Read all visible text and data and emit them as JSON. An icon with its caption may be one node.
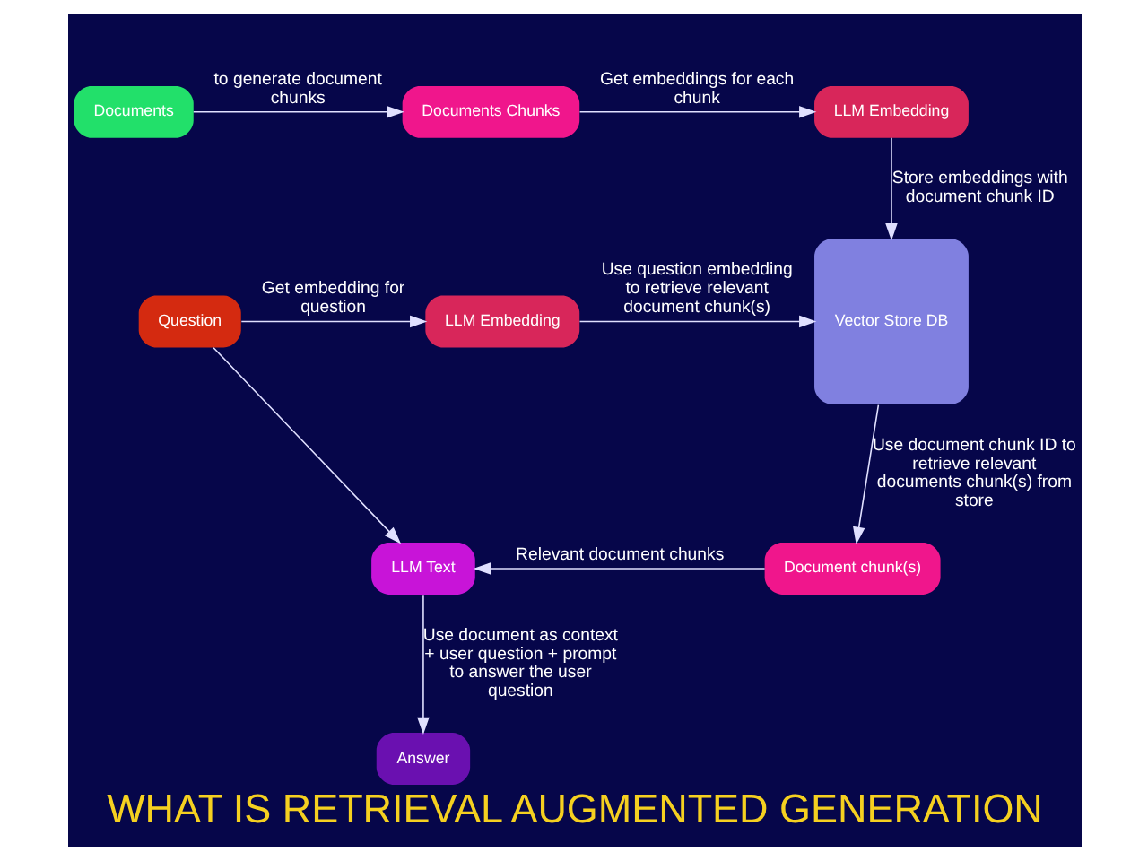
{
  "diagram": {
    "title": "WHAT IS RETRIEVAL AUGMENTED GENERATION",
    "nodes": [
      {
        "text": [
          "Documents"
        ]
      },
      {
        "text": [
          "Documents Chunks"
        ]
      },
      {
        "text": [
          "LLM Embedding"
        ]
      },
      {
        "text": [
          "Vector Store DB"
        ]
      },
      {
        "text": [
          "Question"
        ]
      },
      {
        "text": [
          "LLM Embedding"
        ]
      },
      {
        "text": [
          "LLM Text"
        ]
      },
      {
        "text": [
          "Document chunk(s)"
        ]
      },
      {
        "text": [
          "Answer"
        ]
      }
    ],
    "edges": [
      {
        "from": 0,
        "to": 1,
        "arrow": "to",
        "label": "to generate document chunks"
      },
      {
        "from": 1,
        "to": 2,
        "arrow": "to",
        "label": "Get embeddings for each chunk"
      },
      {
        "from": 2,
        "to": 3,
        "arrow": "to",
        "label": "Store embeddings with document chunk ID"
      },
      {
        "from": 4,
        "to": 5,
        "arrow": "to",
        "label": "Get embedding for question"
      },
      {
        "from": 5,
        "to": 3,
        "arrow": "to",
        "label": "Use question embedding to retrieve relevant document chunk(s)"
      },
      {
        "from": 3,
        "to": 7,
        "arrow": "to",
        "label": "Use document chunk ID to retrieve relevant documents chunk(s) from store"
      },
      {
        "from": 7,
        "to": 6,
        "arrow": "to",
        "label": "Relevant document chunks"
      },
      {
        "from": 4,
        "to": 6,
        "arrow": "to"
      },
      {
        "from": 6,
        "to": 8,
        "arrow": "to",
        "label": "Use document as context + user question + prompt to answer the user question"
      }
    ]
  }
}
